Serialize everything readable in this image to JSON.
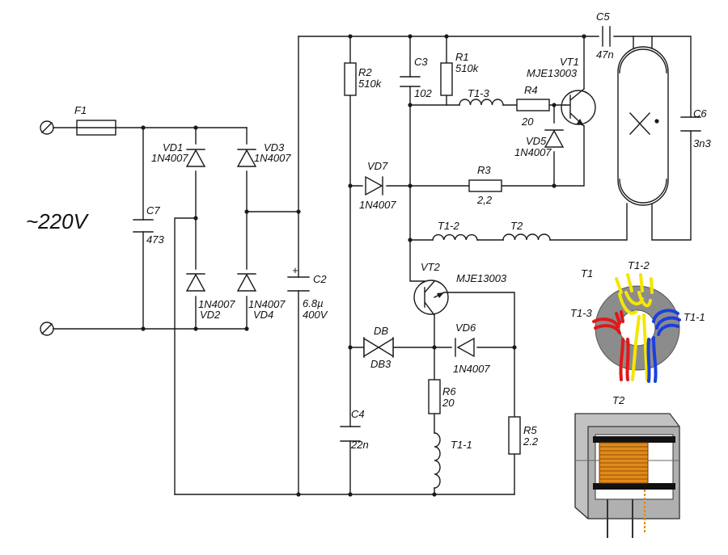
{
  "labels": {
    "supply": "~220V",
    "f1": "F1",
    "vd1": "VD1",
    "vd1_part": "1N4007",
    "vd3": "VD3",
    "vd3_part": "1N4007",
    "vd2_part": "1N4007",
    "vd2": "VD2",
    "vd4_part": "1N4007",
    "vd4": "VD4",
    "c7": "C7",
    "c7_val": "473",
    "c2": "C2",
    "c2_val1": "6.8µ",
    "c2_val2": "400V",
    "c2_plus": "+",
    "r2": "R2",
    "r2_val": "510k",
    "c3": "C3",
    "c3_val": "102",
    "r1": "R1",
    "r1_val": "510k",
    "vt1": "VT1",
    "vt1_part": "MJE13003",
    "c5": "C5",
    "c5_val": "47n",
    "c6": "C6",
    "c6_val": "3n3",
    "t13": "T1-3",
    "r4": "R4",
    "r4_val": "20",
    "vd5": "VD5",
    "vd5_part": "1N4007",
    "vd7": "VD7",
    "vd7_part": "1N4007",
    "r3": "R3",
    "r3_val": "2,2",
    "t12": "T1-2",
    "t2": "T2",
    "vt2": "VT2",
    "vt2_part": "MJE13003",
    "db": "DB",
    "db_part": "DB3",
    "vd6": "VD6",
    "vd6_part": "1N4007",
    "r6": "R6",
    "r6_val": "20",
    "t11": "T1-1",
    "c4": "C4",
    "c4_val": "22n",
    "r5": "R5",
    "r5_val": "2.2",
    "toroid_title": "T1",
    "toroid_t12": "T1-2",
    "toroid_t13": "T1-3",
    "toroid_t11": "T1-1",
    "transformer_title": "T2"
  },
  "colors": {
    "wire": "#1a1a1a",
    "toroid_core": "#8c8c8c",
    "winding_yellow": "#f5e600",
    "winding_red": "#e01818",
    "winding_blue": "#1a3fe0",
    "t2_frame": "#b8b8b8",
    "t2_coil": "#e08a1a"
  }
}
